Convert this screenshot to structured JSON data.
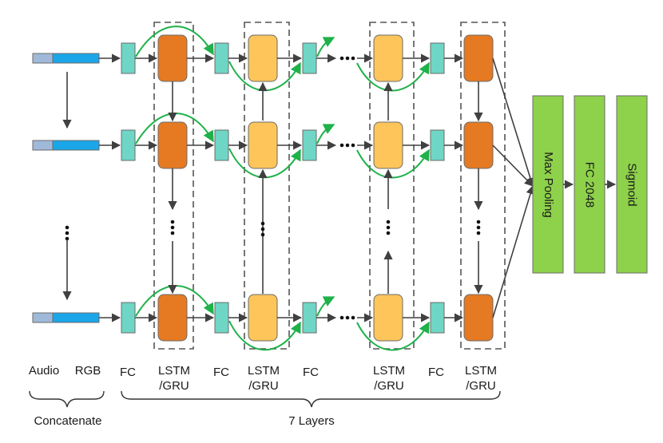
{
  "labels": {
    "audio": "Audio",
    "rgb": "RGB",
    "concatenate": "Concatenate",
    "layers": "7 Layers",
    "fc": "FC",
    "lstm_gru_1": "LSTM",
    "lstm_gru_2": "/GRU",
    "max_pooling": "Max Pooling",
    "fc2048": "FC 2048",
    "sigmoid": "Sigmoid"
  },
  "colors": {
    "audio_block": "#9fb9d9",
    "rgb_block": "#1aa6e8",
    "fc_block": "#6fd6c6",
    "lstm_dark": "#e57a22",
    "lstm_light": "#fdc55a",
    "head_block": "#8ed14a",
    "skip_arrow": "#1fb14a",
    "arrow": "#404040"
  }
}
